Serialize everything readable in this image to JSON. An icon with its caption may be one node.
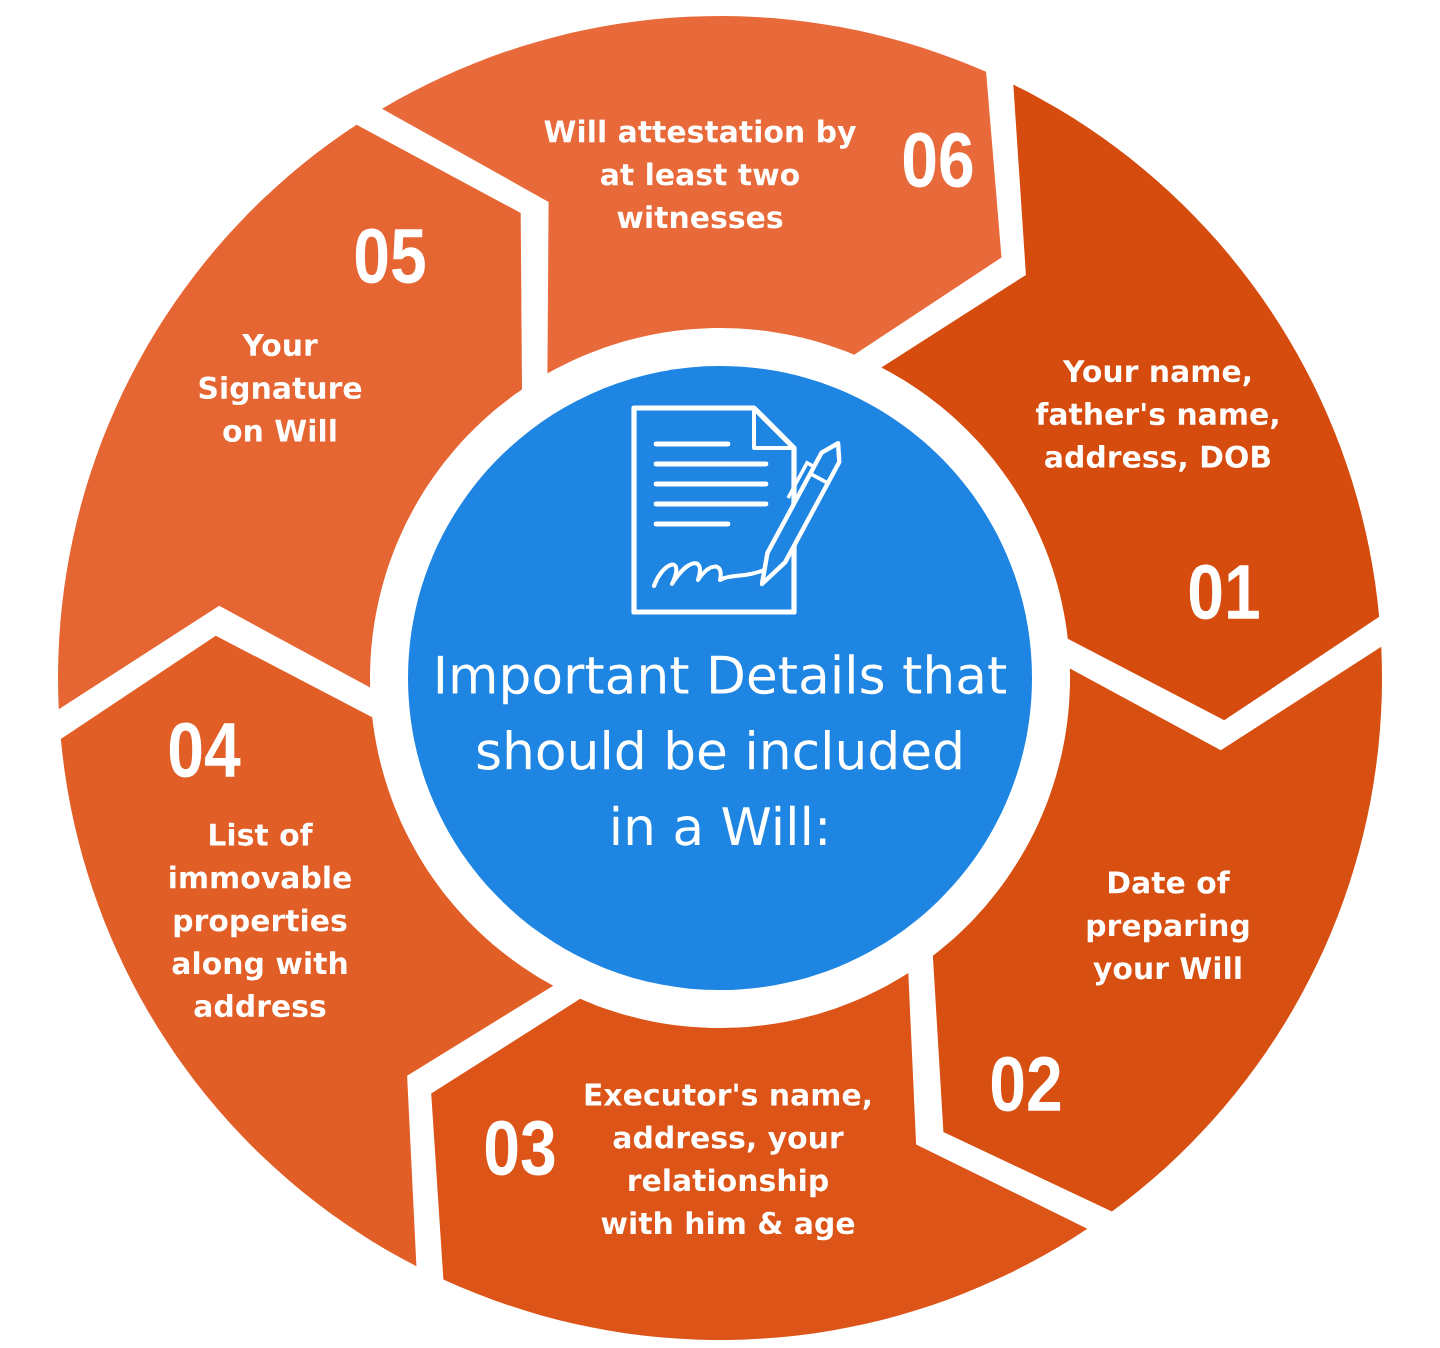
{
  "diagram": {
    "nodes": [
      {
        "text": [
          "Important Details that should be included in a Will:"
        ]
      },
      {
        "text": [
          "Your name, father's name, address, DOB",
          "01"
        ]
      },
      {
        "text": [
          "Date of preparing your Will",
          "02"
        ]
      },
      {
        "text": [
          "03",
          "Executor's name, address, your relationship with him & age"
        ]
      },
      {
        "text": [
          "04",
          "List of immovable properties along with address"
        ]
      },
      {
        "text": [
          "05",
          "Your Signature on Will"
        ]
      },
      {
        "text": [
          "Will attestation by at least two witnesses",
          "06"
        ]
      }
    ]
  }
}
